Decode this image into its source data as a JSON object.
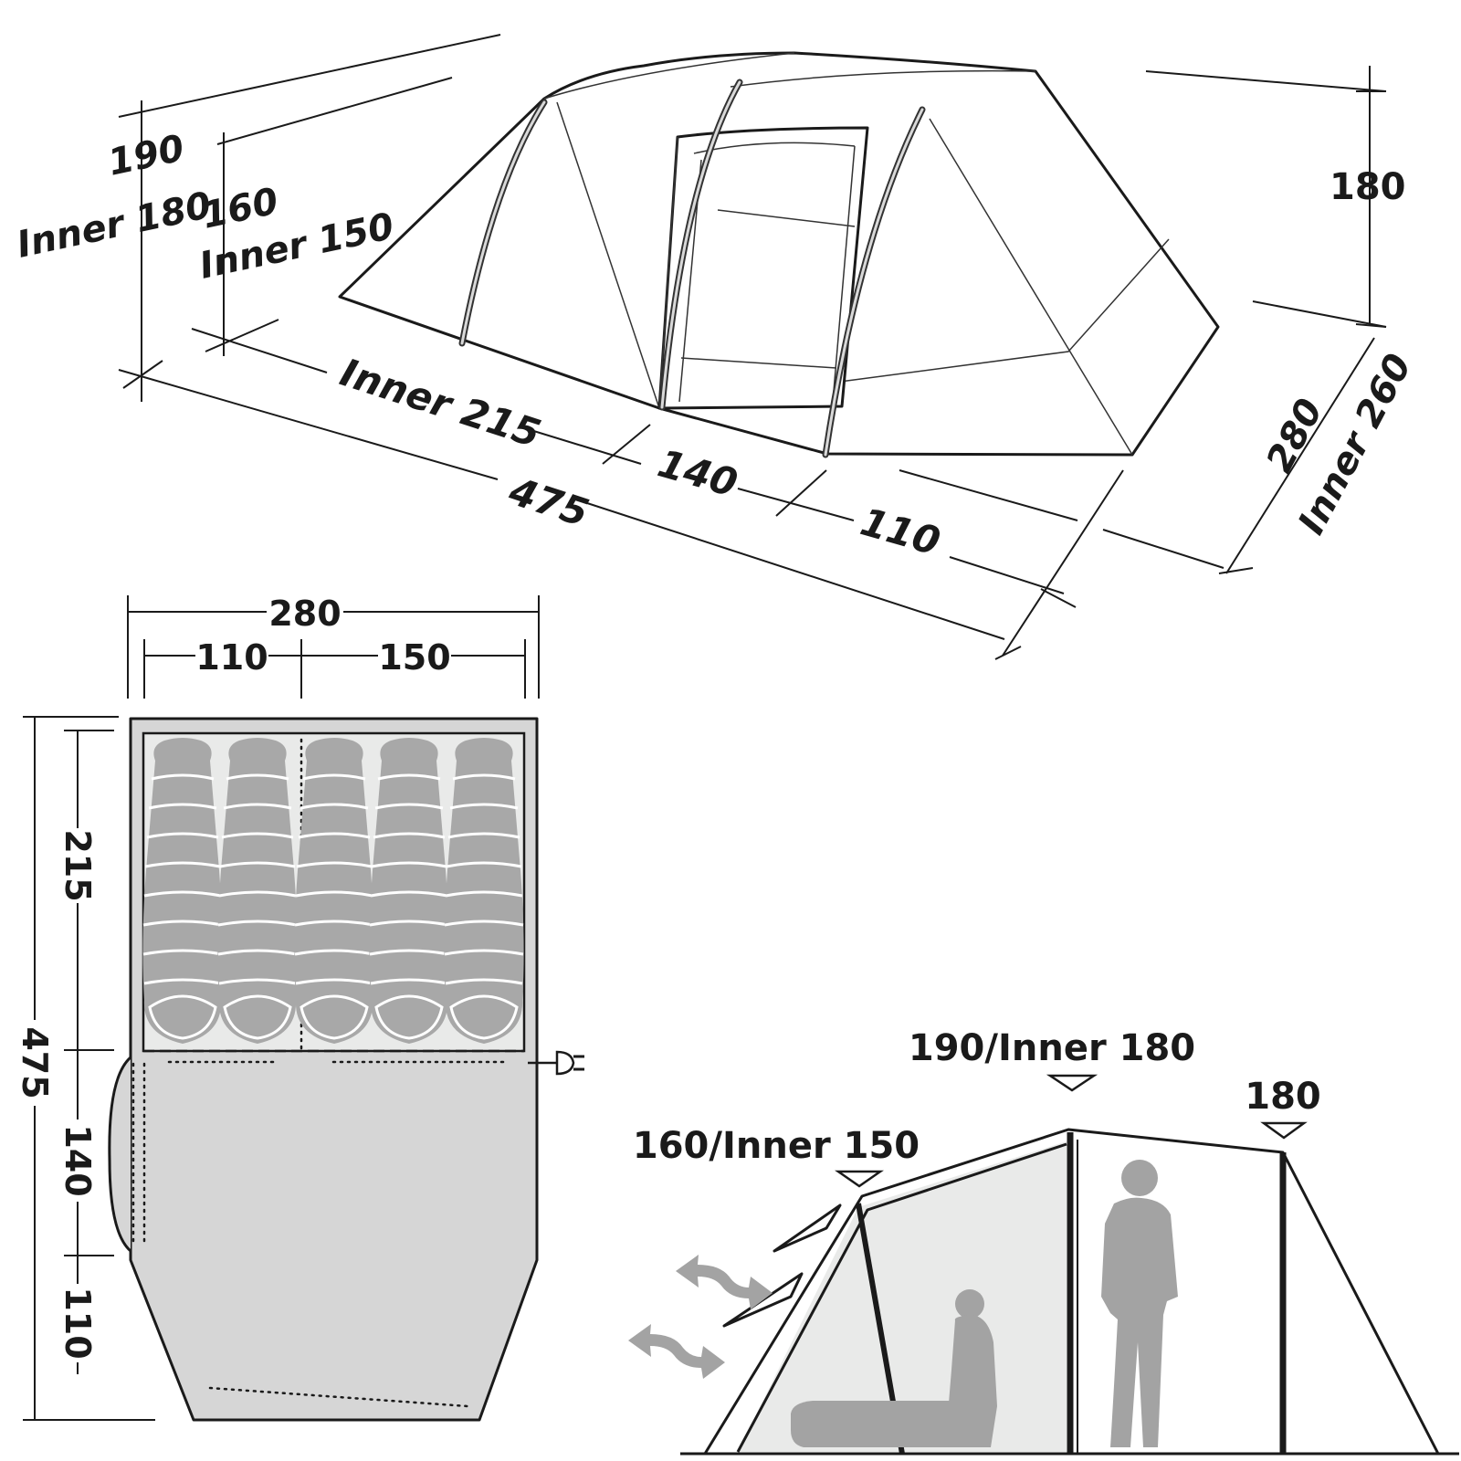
{
  "perspective_view": {
    "height_outer": "190",
    "height_outer_inner": "Inner 180",
    "height_porch": "160",
    "height_porch_inner": "Inner 150",
    "height_rear": "180",
    "length_inner": "Inner 215",
    "length_total": "475",
    "length_middle": "140",
    "length_front": "110",
    "width_outer": "280",
    "width_inner": "Inner 260"
  },
  "floor_plan": {
    "width_total": "280",
    "width_left": "110",
    "width_right": "150",
    "length_total": "475",
    "length_inner": "215",
    "length_middle": "140",
    "length_front": "110",
    "sleeping_bag_count": 5,
    "power_icon": "power-plug-icon"
  },
  "side_view": {
    "height_center": "190/Inner 180",
    "height_porch": "160/Inner 150",
    "height_rear": "180",
    "ventilation_icon": "airflow-arrow-icon",
    "figures": [
      "seated-person-icon",
      "standing-person-icon"
    ]
  },
  "colors": {
    "line": "#1a1a1a",
    "floor_fill": "#d6d6d6",
    "inner_fill": "#e9eae9",
    "silhouette": "#a3a3a3"
  }
}
